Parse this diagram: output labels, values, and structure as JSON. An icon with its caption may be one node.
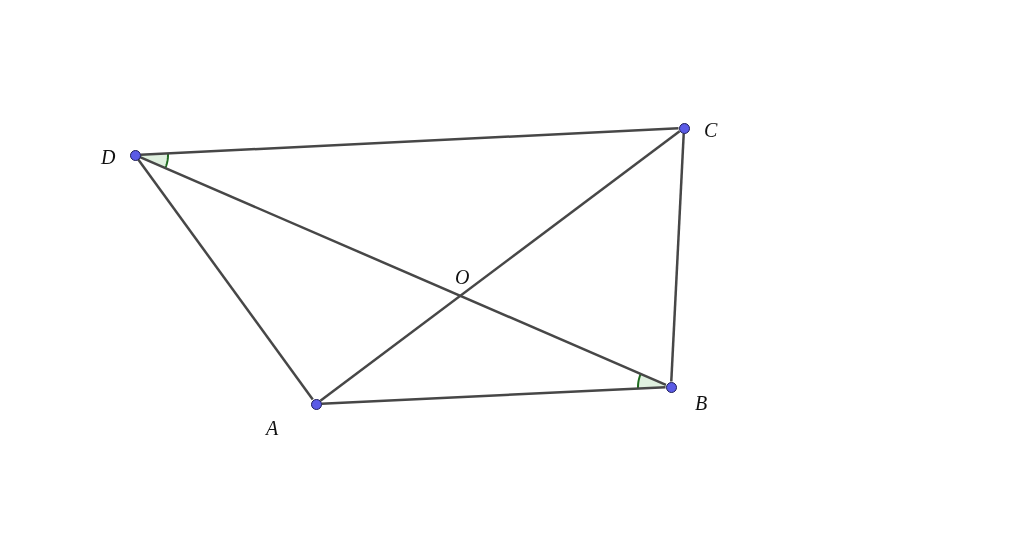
{
  "diagram": {
    "nodes": [
      {
        "text": [],
        "shape": "circle",
        "beside": [
          "D"
        ]
      },
      {
        "text": [],
        "shape": "circle",
        "beside": [
          "C"
        ]
      },
      {
        "text": [],
        "shape": "circle",
        "beside": [
          "A"
        ]
      },
      {
        "text": [],
        "shape": "circle",
        "beside": [
          "B"
        ]
      }
    ],
    "edges": [
      {
        "from": 0,
        "to": 1,
        "arrow": "none"
      },
      {
        "from": 0,
        "to": 2,
        "arrow": "none"
      },
      {
        "from": 0,
        "to": 3,
        "arrow": "none"
      },
      {
        "from": 1,
        "to": 2,
        "arrow": "none"
      },
      {
        "from": 1,
        "to": 3,
        "arrow": "none"
      },
      {
        "from": 2,
        "to": 3,
        "arrow": "none"
      }
    ],
    "labels": [
      "O"
    ]
  }
}
